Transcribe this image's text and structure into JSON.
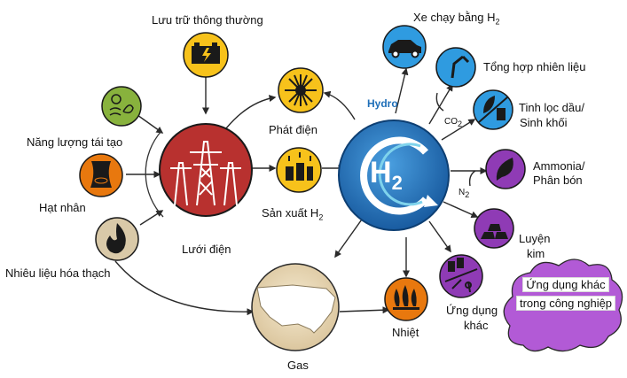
{
  "labels": {
    "storage": "Lưu trữ thông thường",
    "renewable": "Năng lượng tái tạo",
    "nuclear": "Hạt nhân",
    "fossil": "Nhiêu liệu hóa thạch",
    "grid": "Lưới điện",
    "power_gen": "Phát điện",
    "h2_prod": "Sản xuất H",
    "h2_prod_sub": "2",
    "gas": "Gas",
    "heat": "Nhiệt",
    "hydro": "Hydro",
    "h2_symbol": "H",
    "h2_symbol_sub": "2",
    "vehicle": "Xe chạy bằng H",
    "vehicle_sub": "2",
    "fuel_synth": "Tổng hợp nhiên liệu",
    "refine_1": "Tinh lọc dầu/",
    "refine_2": "Sinh khối",
    "ammonia_1": "Ammonia/",
    "ammonia_2": "Phân bón",
    "metal_1": "Luyện",
    "metal_2": "kim",
    "other_1": "Ứng dụng",
    "other_2": "khác",
    "industry_1": "Ứng dụng khác",
    "industry_2": "trong công nghiệp",
    "co2": "CO",
    "co2_sub": "2",
    "n2": "N",
    "n2_sub": "2"
  },
  "colors": {
    "grid_red": "#b8312f",
    "hydro_blue": "#1f6fb8",
    "node_yellow": "#f7c21b",
    "node_blue": "#2f9be0",
    "node_purple": "#8f3bb5",
    "node_orange": "#e8780e",
    "node_green": "#88b23d",
    "cloud_purple": "#b25ad6",
    "arrow": "#2a2a2a"
  }
}
